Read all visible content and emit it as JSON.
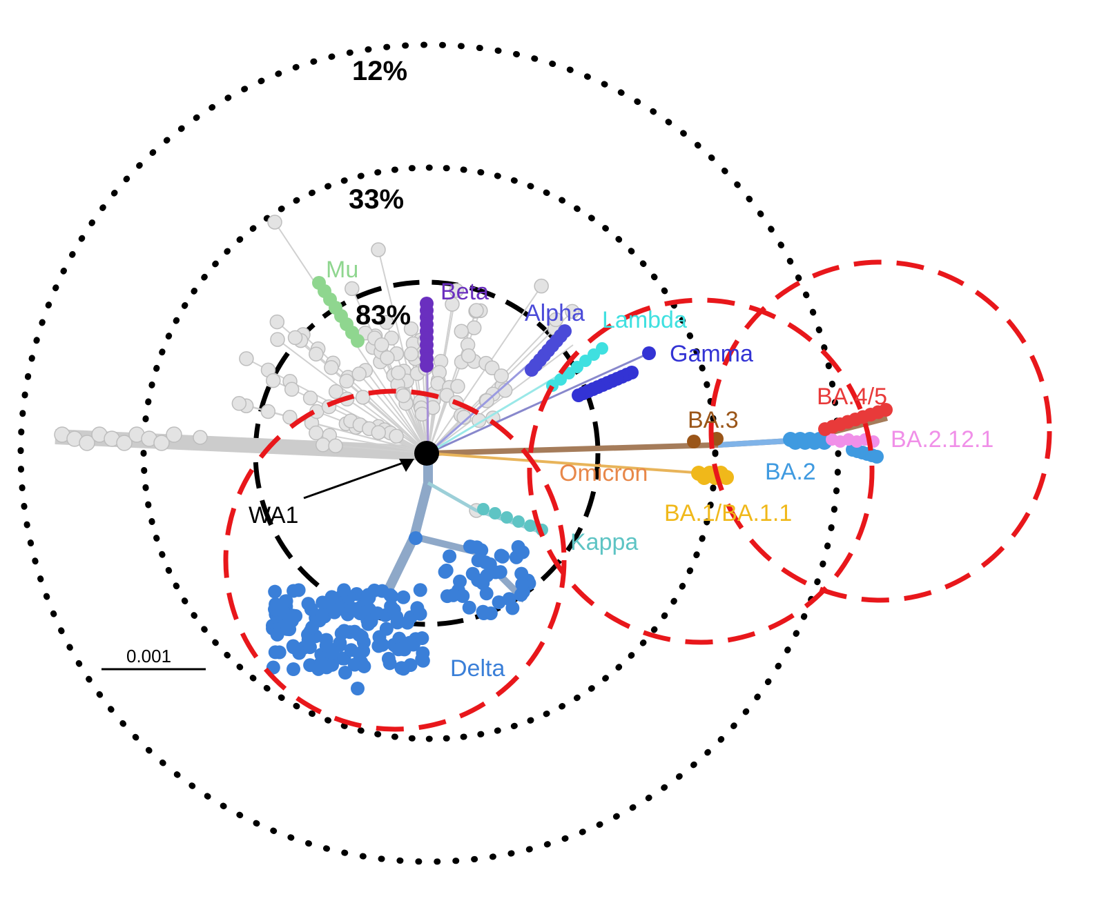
{
  "figure": {
    "ring_labels": {
      "outer": "12%",
      "middle": "33%",
      "inner": "83%"
    },
    "root_label": "WA1",
    "scale_bar_label": "0.001",
    "colors": {
      "ring": "#000000",
      "red_circle": "#e8171b",
      "background_branch": "#c9c9c9",
      "root": "#000000"
    },
    "clades": [
      {
        "id": "mu",
        "label": "Mu",
        "color": "#8fd68f"
      },
      {
        "id": "beta",
        "label": "Beta",
        "color": "#6a2fbf"
      },
      {
        "id": "alpha",
        "label": "Alpha",
        "color": "#4a4ad8"
      },
      {
        "id": "lambda",
        "label": "Lambda",
        "color": "#3fe0e0"
      },
      {
        "id": "gamma",
        "label": "Gamma",
        "color": "#3333d4"
      },
      {
        "id": "ba3",
        "label": "BA.3",
        "color": "#9a5518"
      },
      {
        "id": "ba45",
        "label": "BA.4/5",
        "color": "#e83a3a"
      },
      {
        "id": "ba2121",
        "label": "BA.2.12.1",
        "color": "#f08fe8"
      },
      {
        "id": "omicron",
        "label": "Omicron",
        "color": "#e8884a"
      },
      {
        "id": "ba2",
        "label": "BA.2",
        "color": "#3f9ae0"
      },
      {
        "id": "ba11",
        "label": "BA.1/BA.1.1",
        "color": "#f0b81a"
      },
      {
        "id": "kappa",
        "label": "Kappa",
        "color": "#5ec4c4"
      },
      {
        "id": "delta",
        "label": "Delta",
        "color": "#3a7fd8"
      }
    ]
  }
}
